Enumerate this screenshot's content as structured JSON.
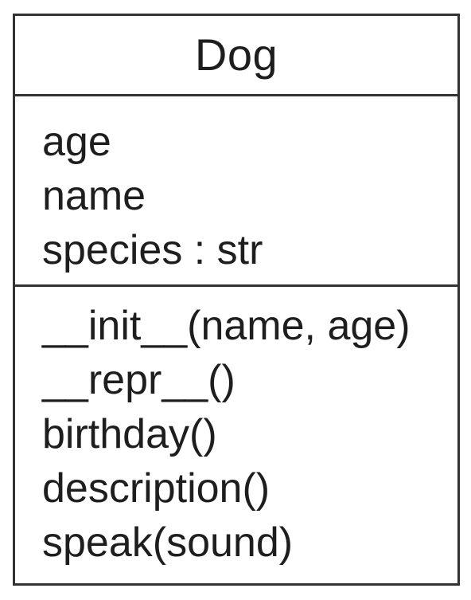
{
  "uml_class": {
    "name": "Dog",
    "attributes": [
      "age",
      "name",
      "species : str"
    ],
    "methods": [
      "__init__(name, age)",
      "__repr__()",
      "birthday()",
      "description()",
      "speak(sound)"
    ]
  }
}
